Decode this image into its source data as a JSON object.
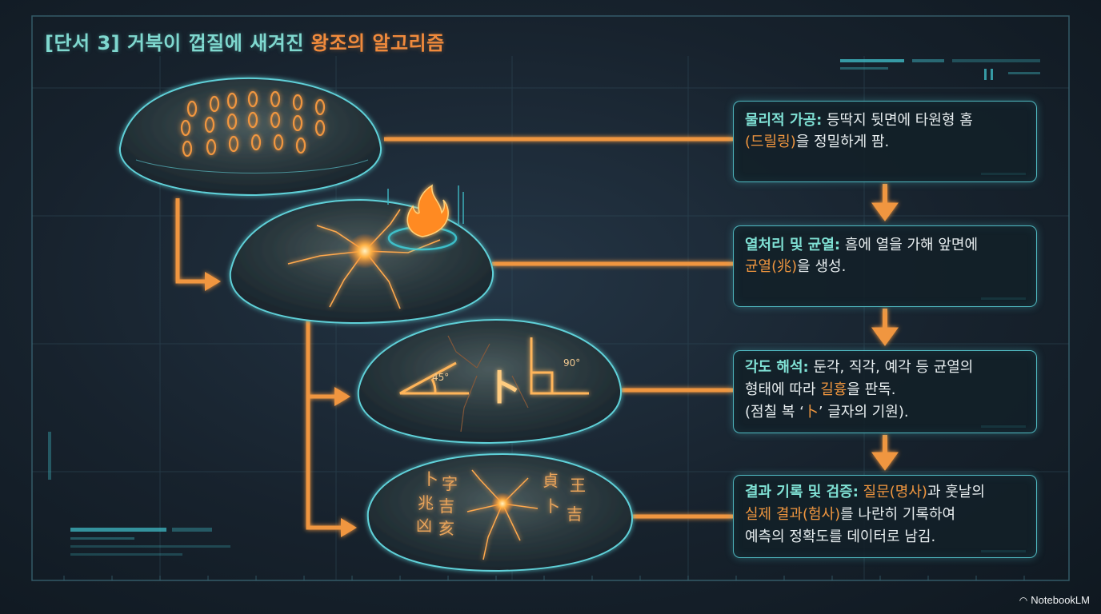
{
  "title": {
    "part1": "[단서 3] 거북이 껍질에 새겨진 ",
    "part2": "왕조의 알고리즘"
  },
  "steps": [
    {
      "label": "물리적 가공:",
      "line1_rest": " 등딱지 뒷면에 타원형 홈",
      "line2_hl": "(드릴링)",
      "line2_rest": "을 정밀하게 팜."
    },
    {
      "label": "열처리 및 균열:",
      "line1_rest": " 흠에 열을 가해 앞면에",
      "line2_hl": "균열(兆)",
      "line2_rest": "을 생성."
    },
    {
      "label": "각도 해석:",
      "line1_rest": " 둔각, 직각, 예각 등 균열의",
      "line2_pre": "형태에 따라 ",
      "line2_hl": "길흉",
      "line2_rest": "을 판독.",
      "line3_pre": "(점칠 복 ‘",
      "line3_hl": "卜",
      "line3_rest": "’ 글자의 기원)."
    },
    {
      "label": "결과 기록 및 검증:",
      "line1_hl": " 질문(명사)",
      "line1_rest": "과 훗날의",
      "line2_hl": "실제 결과(험사)",
      "line2_rest": "를 나란히 기록하여",
      "line3": "예측의 정확도를 데이터로 남김."
    }
  ],
  "shell_marks": {
    "angle_left": "45°",
    "angle_right": "90°",
    "oracle_glyph": "卜",
    "inscriptions_left": [
      "卜",
      "字",
      "兆",
      "吉",
      "凶",
      "亥"
    ],
    "inscriptions_right": [
      "貞",
      "王",
      "卜",
      "吉"
    ]
  },
  "colors": {
    "accent_orange": "#f0963f",
    "accent_teal": "#7fe0d4",
    "frame": "#4fb8c0"
  },
  "watermark": "NotebookLM"
}
